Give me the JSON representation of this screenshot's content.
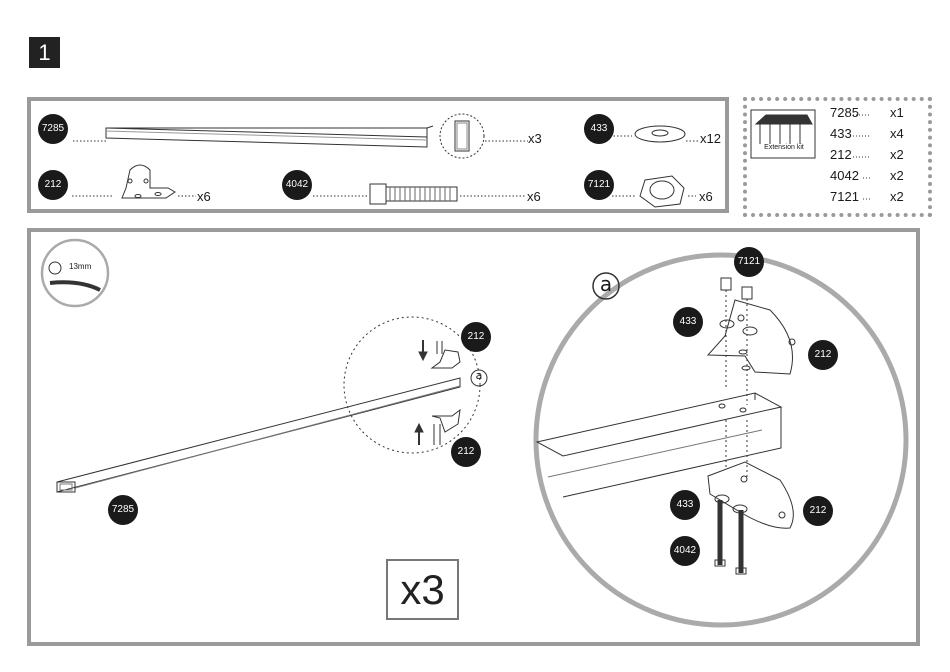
{
  "step_number": "1",
  "parts": [
    {
      "code": "7285",
      "qty": "x3"
    },
    {
      "code": "433",
      "qty": "x12"
    },
    {
      "code": "212",
      "qty": "x6"
    },
    {
      "code": "4042",
      "qty": "x6"
    },
    {
      "code": "7121",
      "qty": "x6"
    }
  ],
  "kit": {
    "caption": "Extension kit",
    "rows": [
      {
        "code": "7285",
        "qty": "x1"
      },
      {
        "code": "433",
        "qty": "x4"
      },
      {
        "code": "212",
        "qty": "x2"
      },
      {
        "code": "4042",
        "qty": "x2"
      },
      {
        "code": "7121",
        "qty": "x2"
      }
    ]
  },
  "tool": {
    "size": "13mm"
  },
  "callouts": {
    "beam": "7285",
    "bracket_top": "212",
    "bracket_bottom": "212",
    "detail_label": "a",
    "zoom_label": "a",
    "zoom_nut": "7121",
    "zoom_washer_top": "433",
    "zoom_bracket_top": "212",
    "zoom_washer_bottom": "433",
    "zoom_bolt": "4042",
    "zoom_bracket_bottom": "212"
  },
  "multiplier": "x3"
}
